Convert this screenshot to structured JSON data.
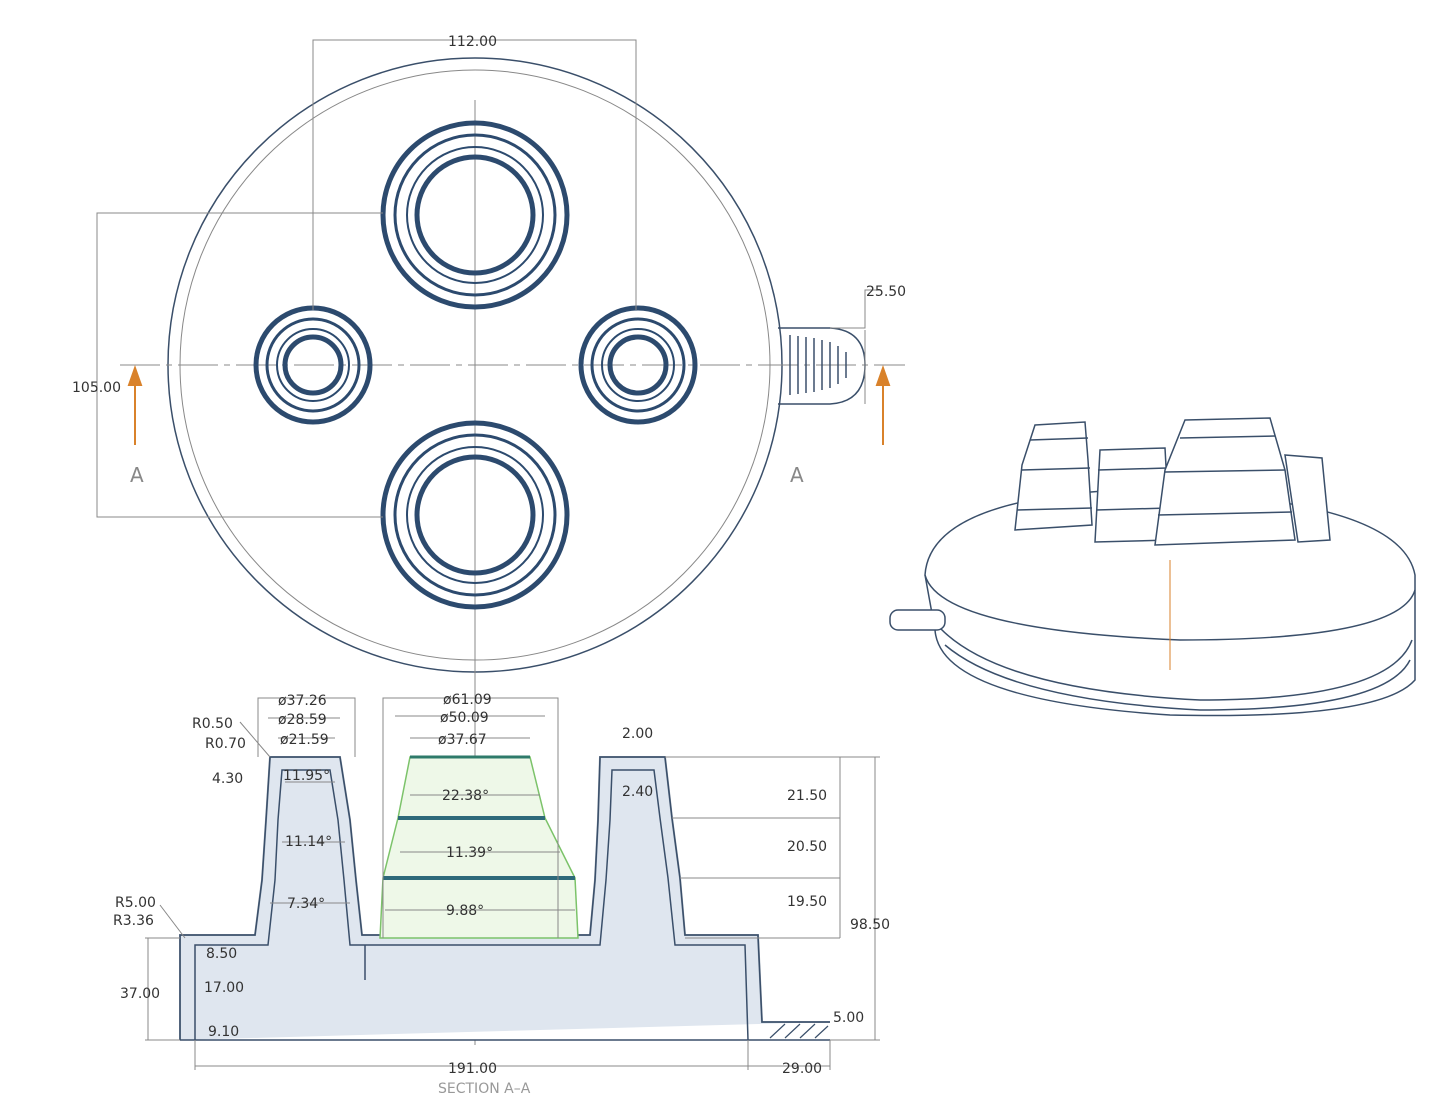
{
  "top_view": {
    "dim_width": "112.00",
    "dim_height": "105.00",
    "dim_tab": "25.50",
    "section_mark_left": "A",
    "section_mark_right": "A"
  },
  "section": {
    "title": "SECTION  A–A",
    "small_boss": {
      "d_outer": "ø37.26",
      "d_mid": "ø28.59",
      "d_inner": "ø21.59",
      "r1": "R0.50",
      "r2": "R0.70",
      "h_top": "4.30",
      "angle_top": "11.95°",
      "angle_mid": "11.14°",
      "angle_bottom": "7.34°"
    },
    "large_boss": {
      "d_outer": "ø61.09",
      "d_mid": "ø50.09",
      "d_inner": "ø37.67",
      "angle_top": "22.38°",
      "angle_mid": "11.39°",
      "angle_bottom": "9.88°"
    },
    "right_boss": {
      "top_thk": "2.00",
      "wall": "2.40",
      "step1": "21.50",
      "step2": "20.50",
      "step3": "19.50",
      "total_height": "98.50"
    },
    "base": {
      "r_outer": "R5.00",
      "r_inner": "R3.36",
      "h1": "8.50",
      "h2": "17.00",
      "h3": "9.10",
      "h_total": "37.00",
      "width": "191.00",
      "flange_width": "29.00",
      "flange_height": "5.00"
    }
  }
}
